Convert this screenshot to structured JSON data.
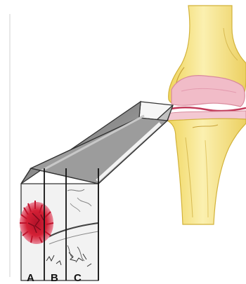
{
  "figure": {
    "labels": {
      "a": "A",
      "b": "B",
      "c": "C"
    },
    "colors": {
      "bone": "#f4e27e",
      "bone_shadow": "#e8c94f",
      "cartilage": "#f1bcc8",
      "joint_line": "#c23a5a",
      "block_dark": "#7a7a7a",
      "block_light": "#d9d9d9",
      "lesion": "#d42035"
    }
  }
}
